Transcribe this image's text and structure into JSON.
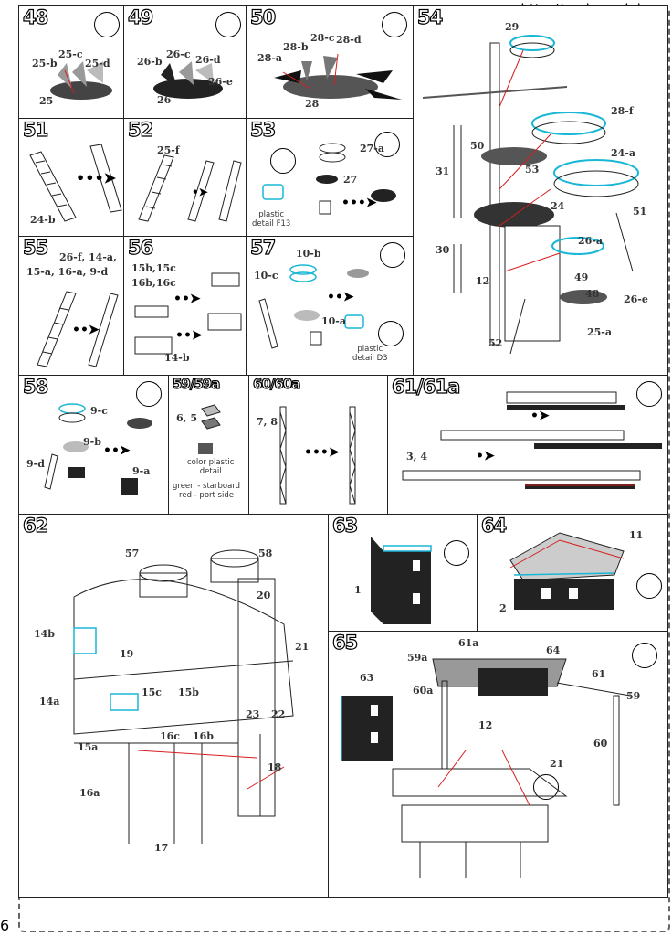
{
  "watermark": "http://scalemodels.ru",
  "page_number": "6",
  "steps": {
    "s48": {
      "num": "48",
      "labels": [
        "25-b",
        "25-c",
        "25-d",
        "25"
      ]
    },
    "s49": {
      "num": "49",
      "labels": [
        "26-b",
        "26-c",
        "26-d",
        "26-e",
        "26"
      ]
    },
    "s50": {
      "num": "50",
      "labels": [
        "28-a",
        "28-b",
        "28-c",
        "28-d",
        "28"
      ]
    },
    "s51": {
      "num": "51",
      "labels": [
        "24-b"
      ]
    },
    "s52": {
      "num": "52",
      "labels": [
        "25-f"
      ]
    },
    "s53": {
      "num": "53",
      "labels": [
        "27-a",
        "27"
      ],
      "note": "plastic\ndetail F13"
    },
    "s54": {
      "num": "54",
      "labels": [
        "29",
        "28-f",
        "50",
        "24-a",
        "31",
        "53",
        "24",
        "51",
        "30",
        "26-a",
        "12",
        "49",
        "48",
        "26-e",
        "25-a",
        "52"
      ]
    },
    "s55": {
      "num": "55",
      "labels": [
        "26-f, 14-a,",
        "15-a, 16-a,  9-d"
      ]
    },
    "s56": {
      "num": "56",
      "labels": [
        "15b,15c",
        "16b,16c",
        "14-b"
      ]
    },
    "s57": {
      "num": "57",
      "labels": [
        "10-b",
        "10-c",
        "10-a"
      ],
      "note": "plastic\ndetail D3"
    },
    "s58": {
      "num": "58",
      "labels": [
        "9-c",
        "9-b",
        "9-d",
        "9-a"
      ]
    },
    "s59": {
      "num": "59/59a",
      "labels": [
        "6, 5"
      ],
      "note1": "color plastic\ndetail",
      "note2": "green - starboard\nred - port side"
    },
    "s60": {
      "num": "60/60a",
      "labels": [
        "7, 8"
      ]
    },
    "s61": {
      "num": "61/61a",
      "labels": [
        "3, 4"
      ]
    },
    "s62": {
      "num": "62",
      "labels": [
        "57",
        "58",
        "20",
        "14b",
        "19",
        "21",
        "14a",
        "15c",
        "15b",
        "23",
        "22",
        "15a",
        "16c",
        "16b",
        "18",
        "16a",
        "17"
      ]
    },
    "s63": {
      "num": "63",
      "labels": [
        "1"
      ]
    },
    "s64": {
      "num": "64",
      "labels": [
        "11",
        "2"
      ]
    },
    "s65": {
      "num": "65",
      "labels": [
        "63",
        "59a",
        "61a",
        "64",
        "60a",
        "61",
        "59",
        "12",
        "60",
        "21"
      ]
    }
  },
  "colors": {
    "accent_cyan": "#19b7d6",
    "arrow_red": "#d61e1e",
    "part_gray": "#8a8a8a",
    "dark": "#222222"
  }
}
